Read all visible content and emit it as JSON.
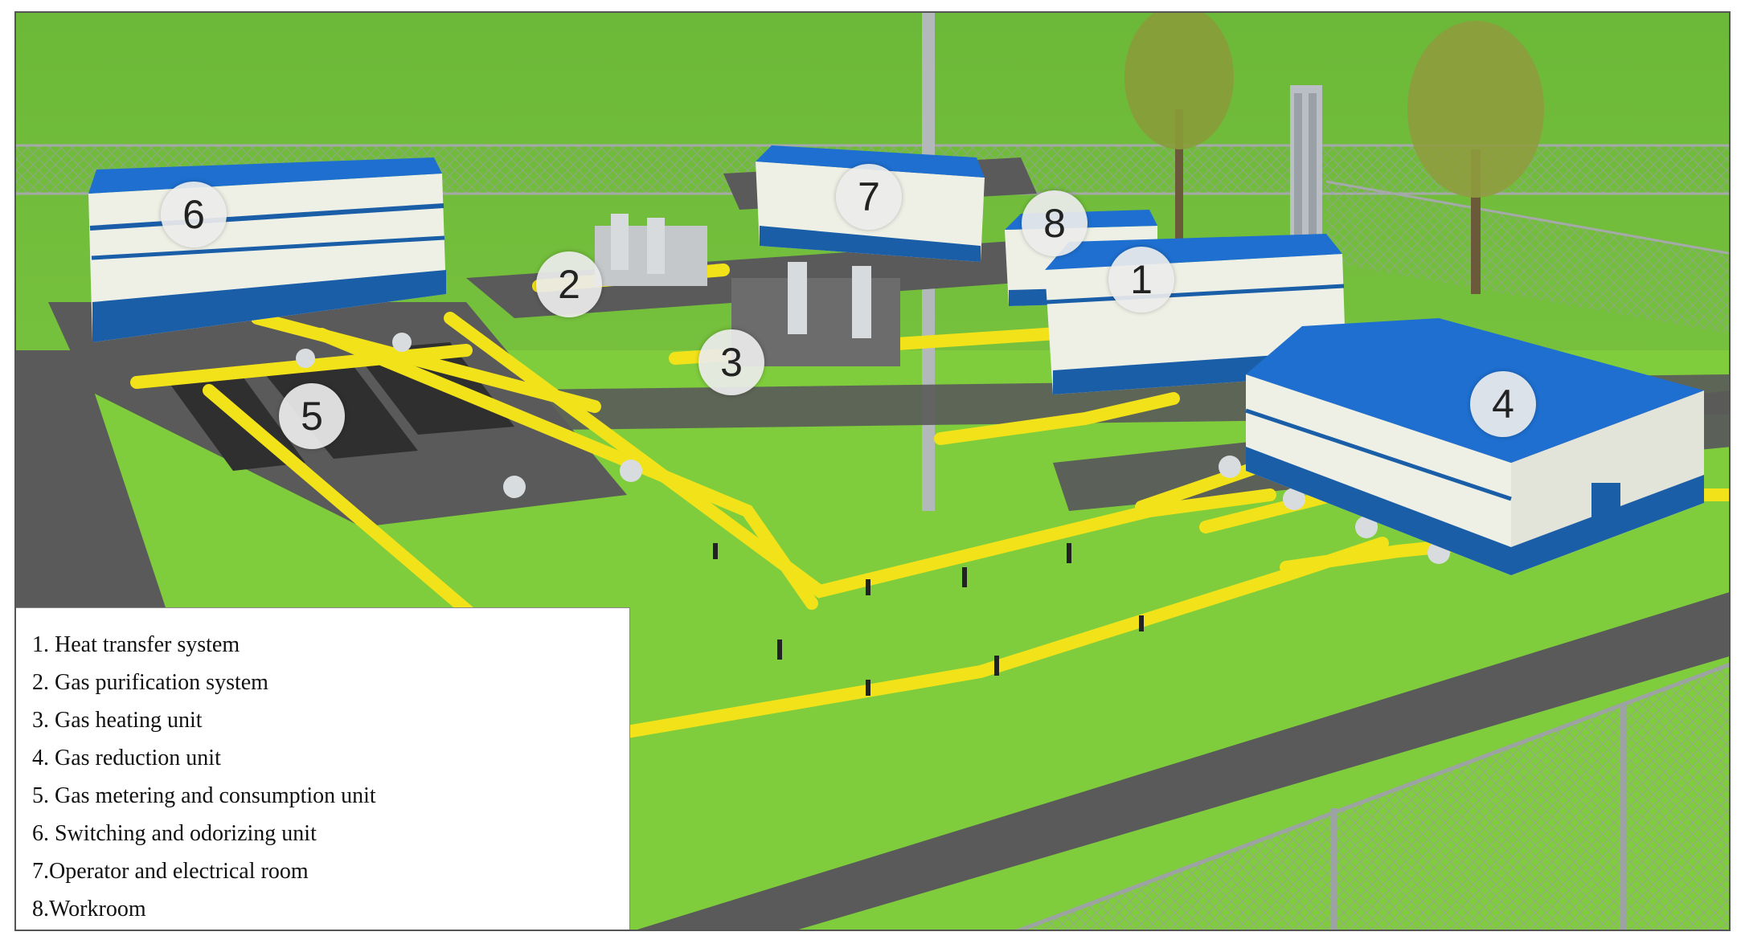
{
  "markers": [
    {
      "number": "1",
      "label": "Heat transfer system"
    },
    {
      "number": "2",
      "label": "Gas purification system"
    },
    {
      "number": "3",
      "label": "Gas heating unit"
    },
    {
      "number": "4",
      "label": "Gas reduction unit"
    },
    {
      "number": "5",
      "label": "Gas metering and consumption unit"
    },
    {
      "number": "6",
      "label": "Switching and odorizing unit"
    },
    {
      "number": "7",
      "label": "Operator and electrical room"
    },
    {
      "number": "8",
      "label": "Workroom"
    }
  ],
  "legend": [
    "1. Heat transfer system",
    "2. Gas purification system",
    "3. Gas heating unit",
    "4. Gas reduction unit",
    "5. Gas metering and consumption unit",
    "6. Switching and odorizing unit",
    "7.Operator and electrical room",
    "8.Workroom"
  ],
  "colors": {
    "grass": "#79c93a",
    "road": "#5a5a5a",
    "roof": "#1e6fd0",
    "wall": "#eef0e6",
    "stripe": "#1b5ea8",
    "pipe": "#f2e21a"
  }
}
